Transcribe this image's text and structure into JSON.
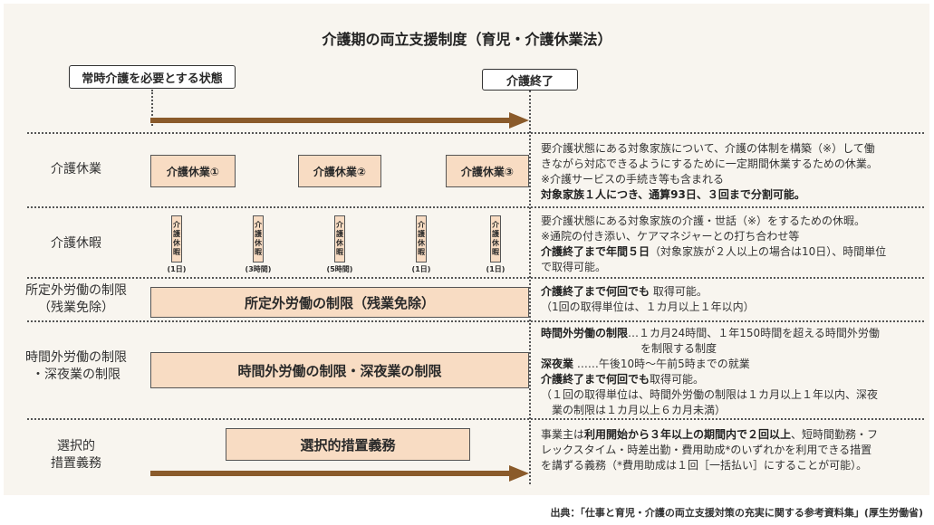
{
  "title": "介護期の両立支援制度（育児・介護休業法）",
  "header": {
    "left_box": "常時介護を必要とする状態",
    "right_box": "介護終了"
  },
  "colors": {
    "fill": "#f8dcc3",
    "arrow": "#8a5a2a",
    "panel": "#f8f5ef"
  },
  "rows": {
    "kyugyo": {
      "label": "介護休業",
      "boxes": [
        "介護休業①",
        "介護休業②",
        "介護休業③"
      ],
      "desc_1": "要介護状態にある対象家族について、介護の体制を構築（※）して働",
      "desc_2": "きながら対応できるようにするために一定期間休業するための休業。",
      "desc_3": "※介護サービスの手続き等も含まれる",
      "desc_4": "対象家族１人につき、通算93日、３回まで分割可能。"
    },
    "kyuka": {
      "label": "介護休暇",
      "boxes": [
        {
          "chars": [
            "介",
            "護",
            "休",
            "暇"
          ],
          "caption": "(1日)"
        },
        {
          "chars": [
            "介",
            "護",
            "休",
            "暇"
          ],
          "caption": "(3時間)"
        },
        {
          "chars": [
            "介",
            "護",
            "休",
            "暇"
          ],
          "caption": "(5時間)"
        },
        {
          "chars": [
            "介",
            "護",
            "休",
            "暇"
          ],
          "caption": "(1日)"
        },
        {
          "chars": [
            "介",
            "護",
            "休",
            "暇"
          ],
          "caption": "(1日)"
        }
      ],
      "desc_1": "要介護状態にある対象家族の介護・世話（※）をするための休暇。",
      "desc_2": "※通院の付き添い、ケアマネジャーとの打ち合わせ等",
      "desc_3_bold": "介護終了まで年間５日",
      "desc_3_rest": "（対象家族が２人以上の場合は10日）、時間単位",
      "desc_4": "で取得可能。"
    },
    "shotei": {
      "label_1": "所定外労働の制限",
      "label_2": "（残業免除）",
      "bar": "所定外労働の制限（残業免除）",
      "desc_1_bold": "介護終了まで何回でも",
      "desc_1_rest": " 取得可能。",
      "desc_2": "（1回の取得単位は、１カ月以上１年以内）"
    },
    "jikangai": {
      "label_1": "時間外労働の制限",
      "label_2": "・深夜業の制限",
      "bar": "時間外労働の制限・深夜業の制限",
      "desc_1_bold": "時間外労働の制限",
      "desc_1_rest": "…１カ月24時間、１年150時間を超える時間外労働",
      "desc_2": "を制限する制度",
      "desc_3_bold": "深夜業",
      "desc_3_rest": " ……午後10時～午前5時までの就業",
      "desc_4_bold": "介護終了まで何回でも",
      "desc_4_rest": "取得可能。",
      "desc_5": "（１回の取得単位は、時間外労働の制限は１カ月以上１年以内、深夜",
      "desc_6": "業の制限は１カ月以上６カ月未満）"
    },
    "sentaku": {
      "label_1": "選択的",
      "label_2": "措置義務",
      "bar": "選択的措置義務",
      "desc_1_a": "事業主は",
      "desc_1_bold": "利用開始から３年以上の期間内で２回以上",
      "desc_1_b": "、短時間勤務・フ",
      "desc_2": "レックスタイム・時差出勤・費用助成*のいずれかを利用できる措置",
      "desc_3": "を講ずる義務（*費用助成は１回［一括払い］にすることが可能）。"
    }
  },
  "source": "出典：「仕事と育児・介護の両立支援対策の充実に関する参考資料集」(厚生労働省)"
}
